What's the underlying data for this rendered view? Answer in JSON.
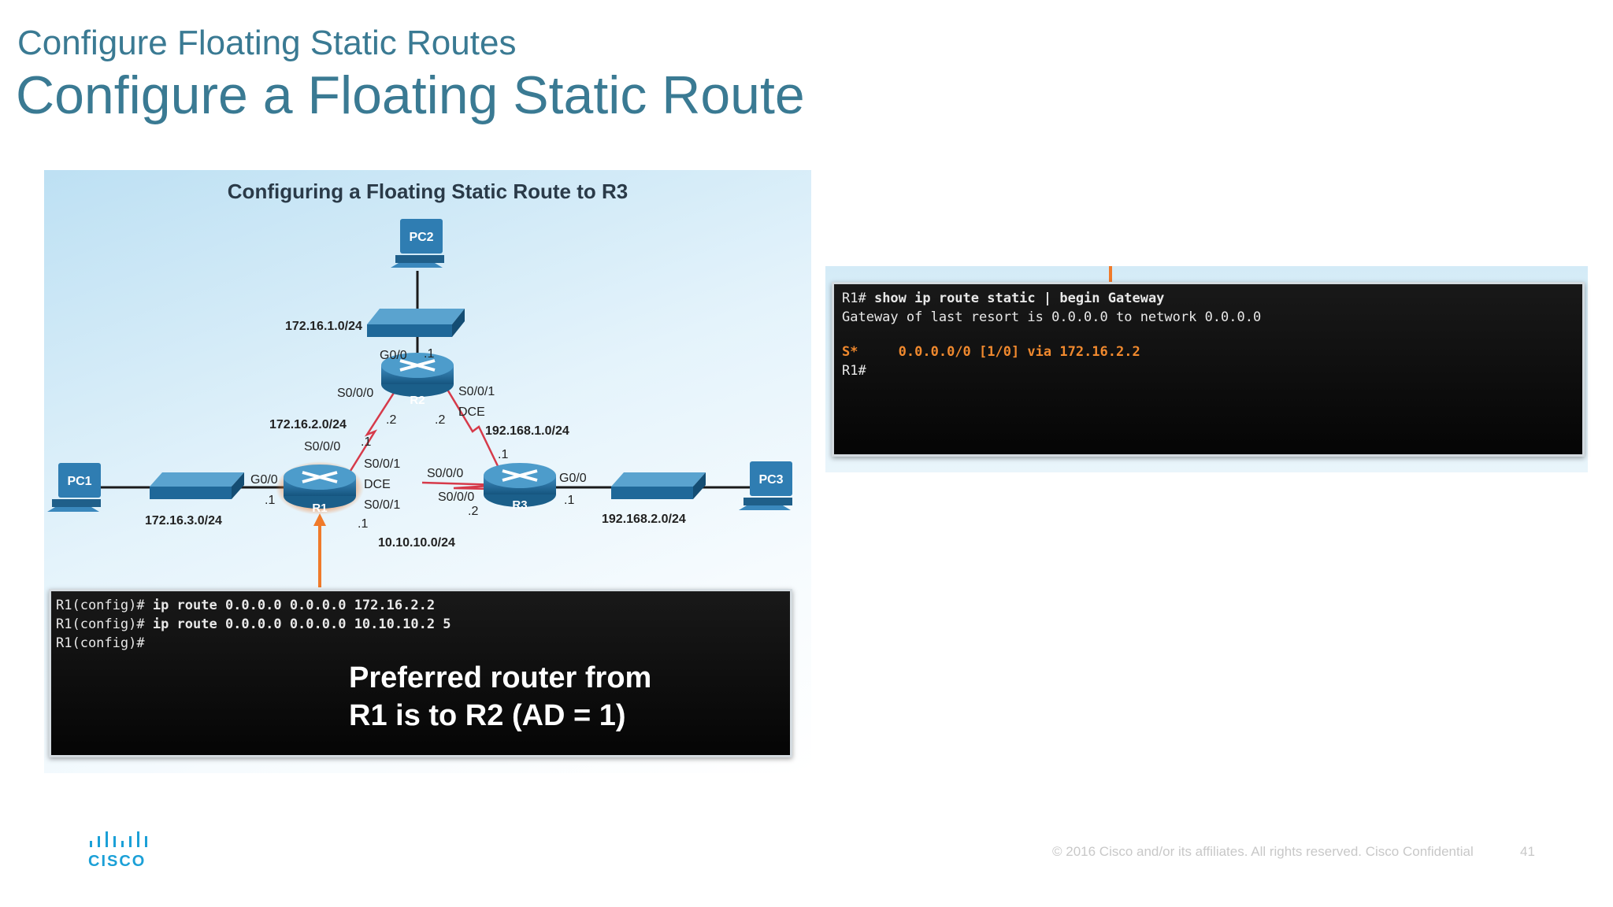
{
  "slide": {
    "subtitle": "Configure Floating Static Routes",
    "title": "Configure a Floating Static Route",
    "page_number": "41",
    "copyright": "© 2016  Cisco and/or its affiliates. All rights reserved.   Cisco Confidential",
    "logo_text": "CISCO"
  },
  "topology": {
    "title": "Configuring a Floating Static Route to R3",
    "devices": {
      "pc1": "PC1",
      "pc2": "PC2",
      "pc3": "PC3",
      "r1": "R1",
      "r2": "R2",
      "r3": "R3"
    },
    "labels": {
      "net_pc2": "172.16.1.0/24",
      "r2_g00": "G0/0",
      "r2_g00_ip": ".1",
      "r2_s000": "S0/0/0",
      "r2_s001": "S0/0/1",
      "r2_s000_ip": ".2",
      "r2_s001_ip": ".2",
      "r2_dce": "DCE",
      "net_r1_r2": "172.16.2.0/24",
      "net_r2_r3": "192.168.1.0/24",
      "r1_s000": "S0/0/0",
      "r1_s000_ip": ".1",
      "r1_s001": "S0/0/1",
      "r1_dce": "DCE",
      "r1_s001b": "S0/0/1",
      "r1_s001_ip": ".1",
      "r1_g00": "G0/0",
      "r1_g00_ip": ".1",
      "net_pc1": "172.16.3.0/24",
      "r3_s000a": "S0/0/0",
      "r3_s000b": "S0/0/0",
      "r3_s000_ip": ".2",
      "r3_s001_ip": ".1",
      "r3_g00": "G0/0",
      "r3_g00_ip": ".1",
      "net_pc3": "192.168.2.0/24",
      "net_r1_r3": "10.10.10.0/24"
    }
  },
  "terminal_left": {
    "lines": [
      {
        "prompt": "R1(config)#",
        "cmd": " ip route 0.0.0.0 0.0.0.0 172.16.2.2"
      },
      {
        "prompt": "R1(config)#",
        "cmd": " ip route 0.0.0.0 0.0.0.0 10.10.10.2 5"
      },
      {
        "prompt": "R1(config)#",
        "cmd": ""
      }
    ],
    "callout_line1": "Preferred router from",
    "callout_line2": "R1 is to R2 (AD = 1)"
  },
  "terminal_right": {
    "line1_prompt": "R1#",
    "line1_cmd": " show ip route static | begin Gateway",
    "line2": "Gateway of last resort is 0.0.0.0 to network 0.0.0.0",
    "route_code": "S*",
    "route_text": "0.0.0.0/0 [1/0] via 172.16.2.2",
    "line4": "R1#"
  },
  "colors": {
    "title": "#3a7a93",
    "router": "#1e6a9a",
    "serial_link": "#d63a4a",
    "highlight": "#f07a2a",
    "route_text": "#f0892e"
  }
}
